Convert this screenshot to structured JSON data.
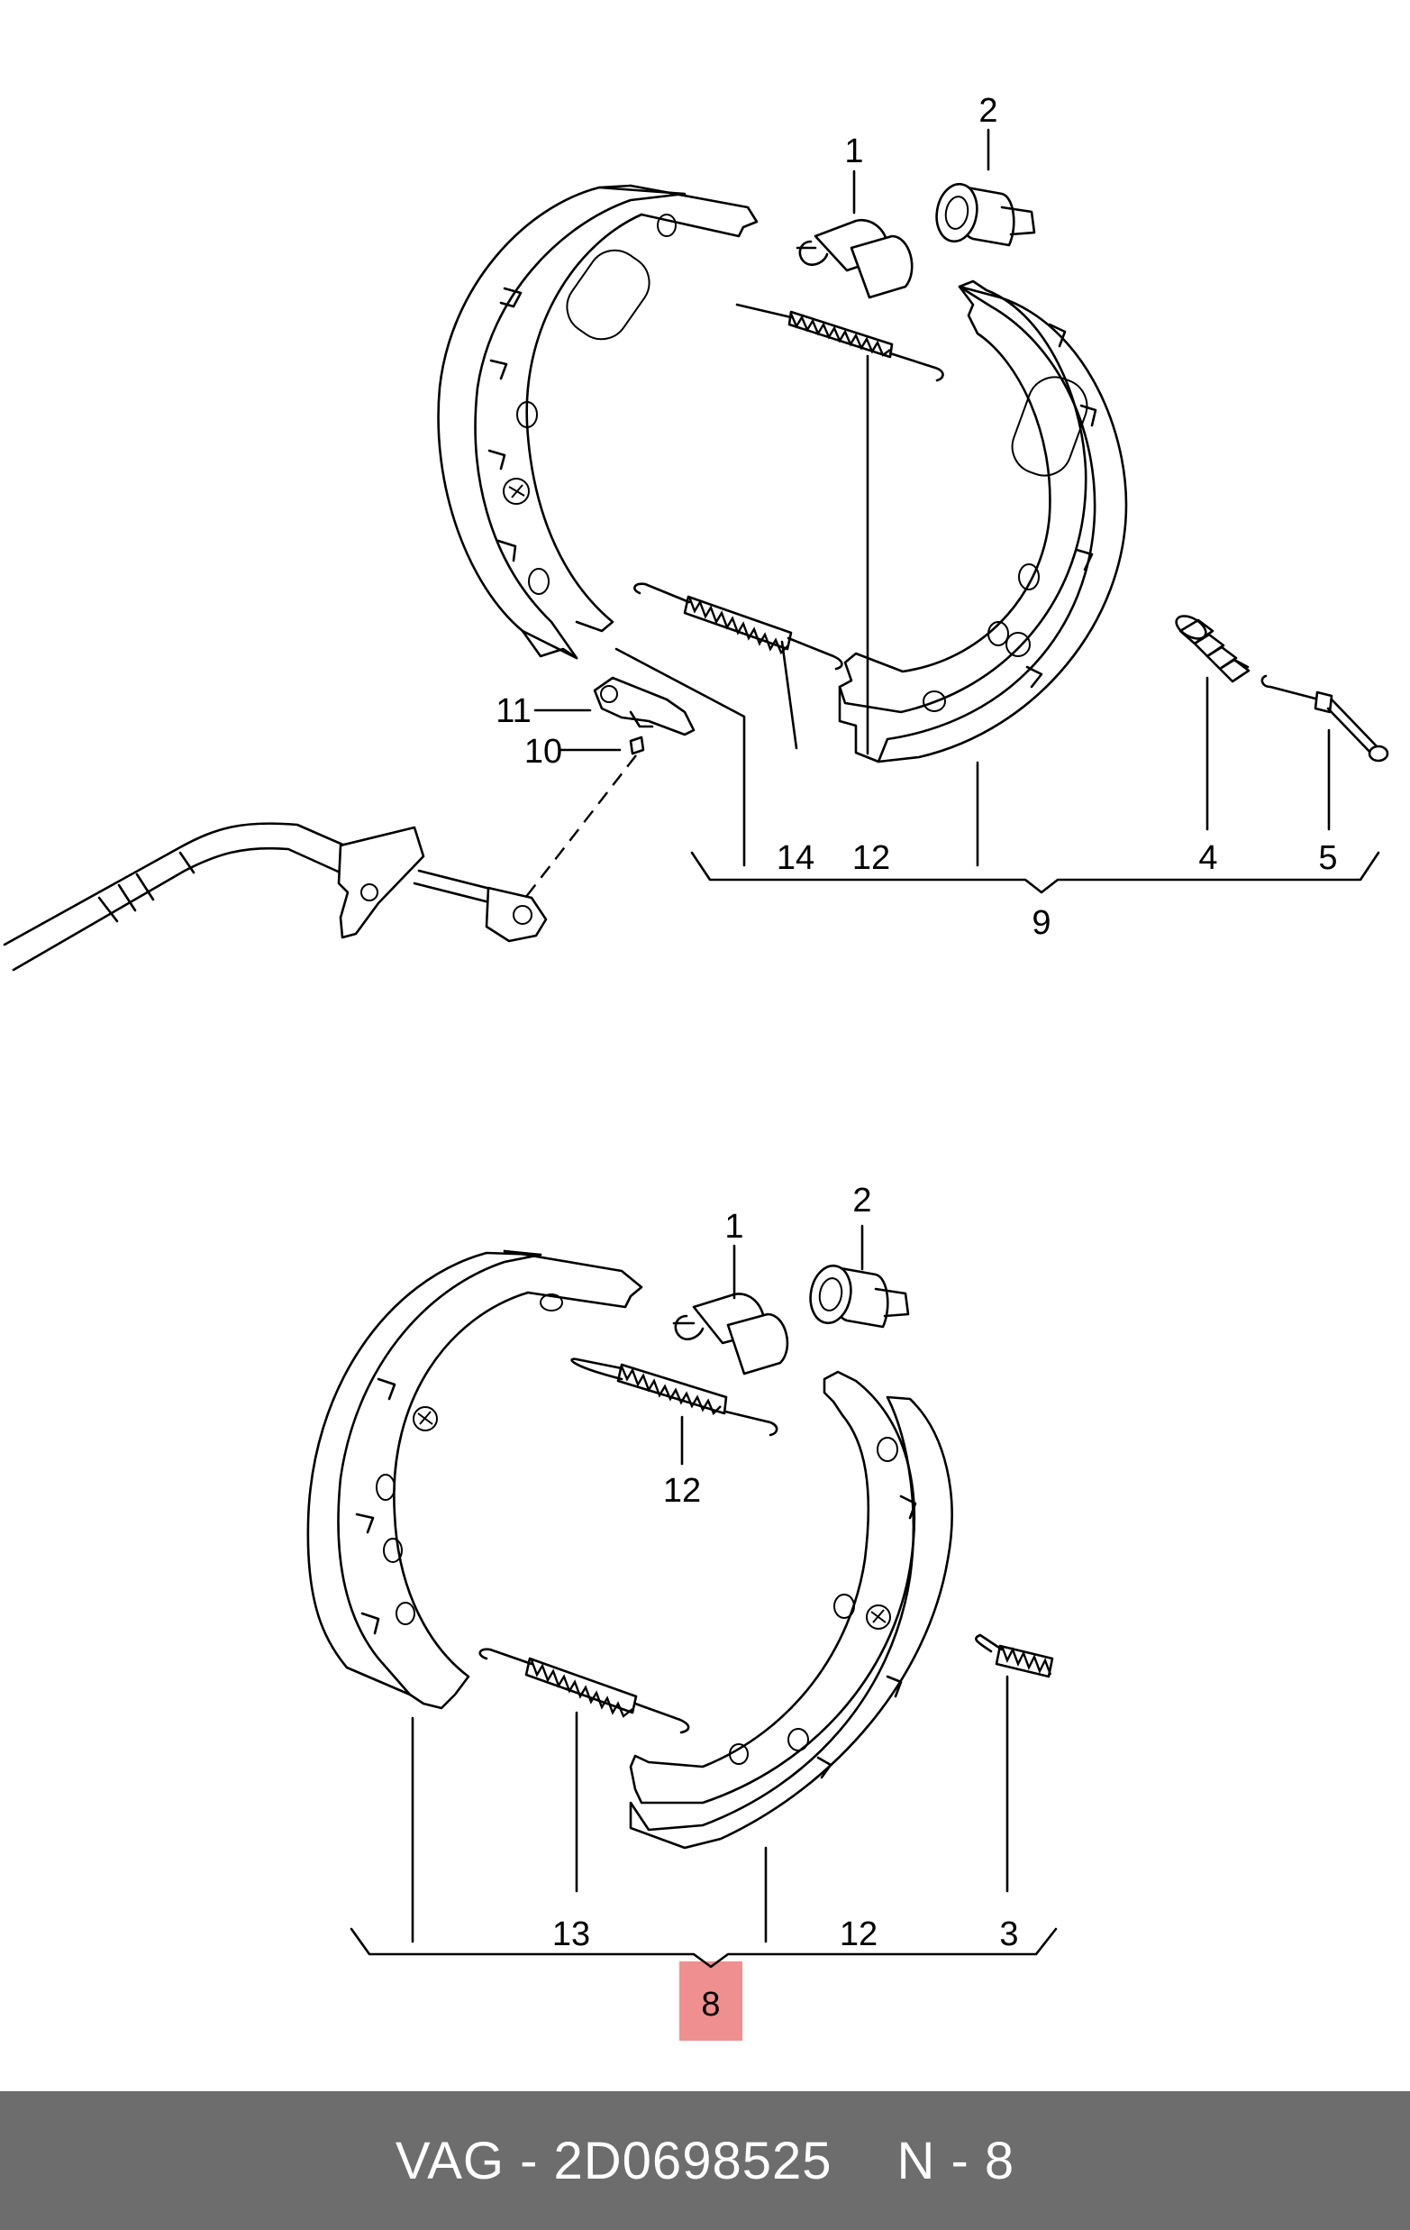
{
  "callouts_top": {
    "c1": "1",
    "c2": "2",
    "c4": "4",
    "c5": "5",
    "c9": "9",
    "c10": "10",
    "c11": "11",
    "c12": "12",
    "c14": "14"
  },
  "callouts_bottom": {
    "c1": "1",
    "c2": "2",
    "c3": "3",
    "c8": "8",
    "c12a": "12",
    "c12b": "12",
    "c13": "13"
  },
  "highlight": {
    "label": "8",
    "color": "#f08f8f"
  },
  "footer": {
    "part_ref": "VAG - 2D0698525",
    "position_ref": "N - 8",
    "background": "#6d6d6d"
  }
}
